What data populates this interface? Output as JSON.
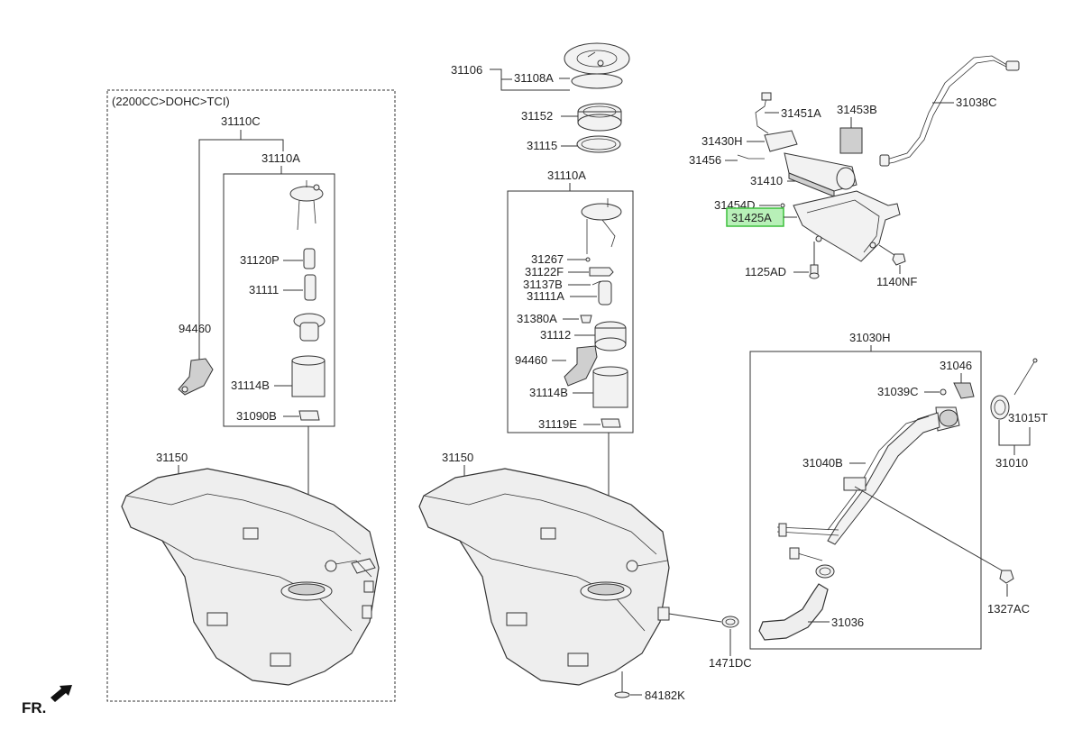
{
  "left_panel": {
    "variant_note": "(2200CC>DOHC>TCI)",
    "labels": {
      "p31110C": "31110C",
      "p31110A": "31110A",
      "p31120P": "31120P",
      "p31111": "31111",
      "p94460": "94460",
      "p31114B": "31114B",
      "p31090B": "31090B",
      "p31150": "31150"
    }
  },
  "center_panel": {
    "labels": {
      "p31106": "31106",
      "p31108A": "31108A",
      "p31152": "31152",
      "p31115": "31115",
      "p31110A": "31110A",
      "p31267": "31267",
      "p31122F": "31122F",
      "p31137B": "31137B",
      "p31111A": "31111A",
      "p31380A": "31380A",
      "p31112": "31112",
      "p94460": "94460",
      "p31114B": "31114B",
      "p31119E": "31119E",
      "p31150": "31150",
      "p84182K": "84182K",
      "p1471DC": "1471DC"
    }
  },
  "canister": {
    "labels": {
      "p31451A": "31451A",
      "p31453B": "31453B",
      "p31038C": "31038C",
      "p31430H": "31430H",
      "p31456": "31456",
      "p31410": "31410",
      "p31454D": "31454D",
      "p31425A": "31425A",
      "p1125AD": "1125AD",
      "p1140NF": "1140NF"
    },
    "highlighted_part": "31425A",
    "highlight_color": "#b8f0b8"
  },
  "filler_panel": {
    "labels": {
      "p31030H": "31030H",
      "p31046": "31046",
      "p31039C": "31039C",
      "p31015T": "31015T",
      "p31010": "31010",
      "p31040B": "31040B",
      "p1327AC": "1327AC",
      "p31036": "31036"
    }
  },
  "front_indicator": {
    "label": "FR."
  }
}
